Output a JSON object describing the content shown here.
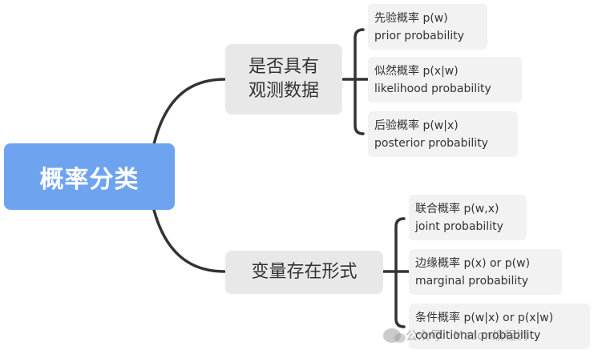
{
  "root": {
    "label": "概率分类"
  },
  "branches": [
    {
      "label_line1": "是否具有",
      "label_line2": "观测数据",
      "children": [
        {
          "title": "先验概率 p(w)",
          "subtitle": "prior probability"
        },
        {
          "title": "似然概率 p(x|w)",
          "subtitle": "likelihood probability"
        },
        {
          "title": "后验概率 p(w|x)",
          "subtitle": "posterior probability"
        }
      ]
    },
    {
      "label_line1": "变量存在形式",
      "children": [
        {
          "title": "联合概率 p(w,x)",
          "subtitle": "joint probability"
        },
        {
          "title": "边缘概率 p(x) or p(w)",
          "subtitle": "marginal probability"
        },
        {
          "title": "条件概率 p(w|x) or p(x|w)",
          "subtitle": "conditional probability"
        }
      ]
    }
  ],
  "watermark": {
    "text": "公众号 · Mason编程树"
  },
  "colors": {
    "root_bg": "#6ea3ef",
    "branch_bg": "#e8e8e8",
    "leaf_bg": "#f2f2f2",
    "line": "#333333"
  }
}
